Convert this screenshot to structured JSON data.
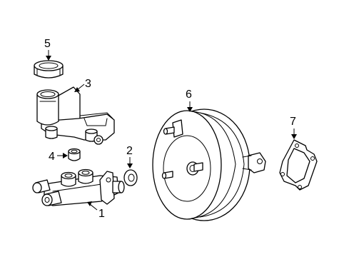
{
  "callouts": {
    "c1": "1",
    "c2": "2",
    "c3": "3",
    "c4": "4",
    "c5": "5",
    "c6": "6",
    "c7": "7"
  },
  "colors": {
    "line": "#000000",
    "fill": "#ffffff"
  }
}
